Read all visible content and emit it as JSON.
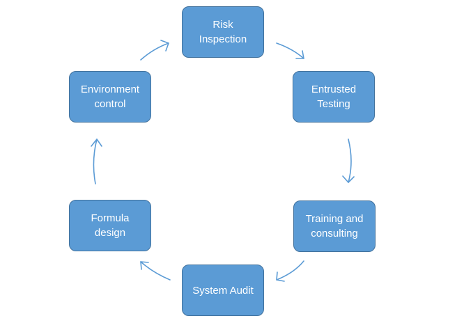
{
  "diagram": {
    "type": "cycle",
    "colors": {
      "box_fill": "#5b9bd5",
      "box_border": "#41719c",
      "text": "#ffffff",
      "arrow": "#5b9bd5"
    },
    "nodes": [
      {
        "id": "risk-inspection",
        "lines": [
          "Risk",
          "Inspection"
        ]
      },
      {
        "id": "entrusted-testing",
        "lines": [
          "Entrusted",
          "Testing"
        ]
      },
      {
        "id": "training-and-consulting",
        "lines": [
          "Training and",
          "consulting"
        ]
      },
      {
        "id": "system-audit",
        "lines": [
          "System Audit"
        ]
      },
      {
        "id": "formula-design",
        "lines": [
          "Formula",
          "design"
        ]
      },
      {
        "id": "environment-control",
        "lines": [
          "Environment",
          "control"
        ]
      }
    ],
    "edges": [
      {
        "from": "risk-inspection",
        "to": "entrusted-testing"
      },
      {
        "from": "entrusted-testing",
        "to": "training-and-consulting"
      },
      {
        "from": "training-and-consulting",
        "to": "system-audit"
      },
      {
        "from": "system-audit",
        "to": "formula-design"
      },
      {
        "from": "formula-design",
        "to": "environment-control"
      },
      {
        "from": "environment-control",
        "to": "risk-inspection"
      }
    ]
  }
}
